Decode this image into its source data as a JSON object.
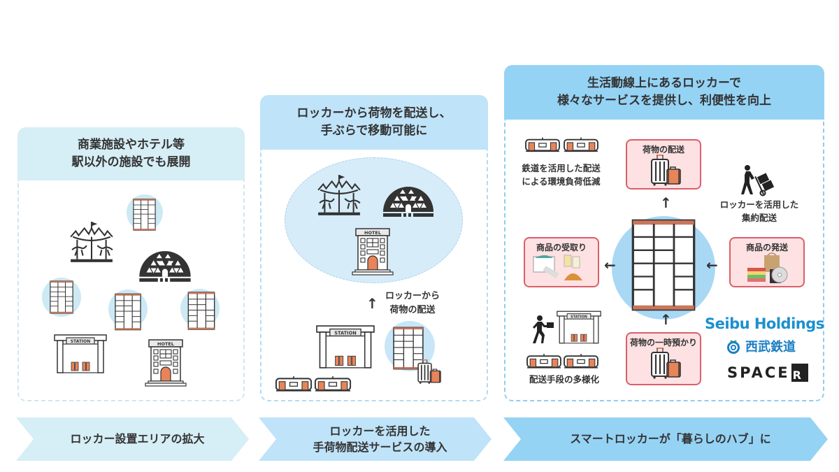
{
  "colors": {
    "panel1_head": "#d6eef5",
    "panel2_head": "#bfe3f8",
    "panel3_head": "#95d3f5",
    "service_fill": "#fde1e3",
    "service_border": "#d9606a",
    "accent_orange": "#e8845a",
    "locker_circle": "#cde9f3",
    "seibu_blue": "#1c8fcf"
  },
  "panels": [
    {
      "title_lines": [
        "商業施設やホテル等",
        "駅以外の施設でも展開"
      ],
      "icons": [
        "carousel-icon",
        "dome-icon",
        "locker-icon",
        "locker-icon",
        "locker-icon",
        "locker-icon",
        "station-icon",
        "hotel-icon"
      ],
      "station_sign": "STATION",
      "hotel_sign": "HOTEL"
    },
    {
      "title_lines": [
        "ロッカーから荷物を配送し、",
        "手ぶらで移動可能に"
      ],
      "arrow_label_lines": [
        "ロッカーから",
        "荷物の配送"
      ],
      "station_sign": "STATION",
      "hotel_sign": "HOTEL"
    },
    {
      "title_lines": [
        "生活動線上にあるロッカーで",
        "様々なサービスを提供し、利便性を向上"
      ],
      "rail_delivery_lines": [
        "鉄道を活用した配送",
        "による環境負荷低減"
      ],
      "consolidated_lines": [
        "ロッカーを活用した",
        "集約配送"
      ],
      "diversified_label": "配送手段の多様化",
      "station_sign": "STATION",
      "services": {
        "top": "荷物の配送",
        "left": "商品の受取り",
        "right": "商品の発送",
        "bottom": "荷物の一時預かり"
      },
      "logos": {
        "seibu_holdings": "Seibu Holdings",
        "seibu_railway": "西武鉄道",
        "spacer": "SPACE",
        "spacer_mark": "R"
      }
    }
  ],
  "steps": [
    {
      "label_lines": [
        "ロッカー設置エリアの拡大"
      ]
    },
    {
      "label_lines": [
        "ロッカーを活用した",
        "手荷物配送サービスの導入"
      ]
    },
    {
      "label_lines": [
        "スマートロッカーが「暮らしのハブ」に"
      ]
    }
  ]
}
